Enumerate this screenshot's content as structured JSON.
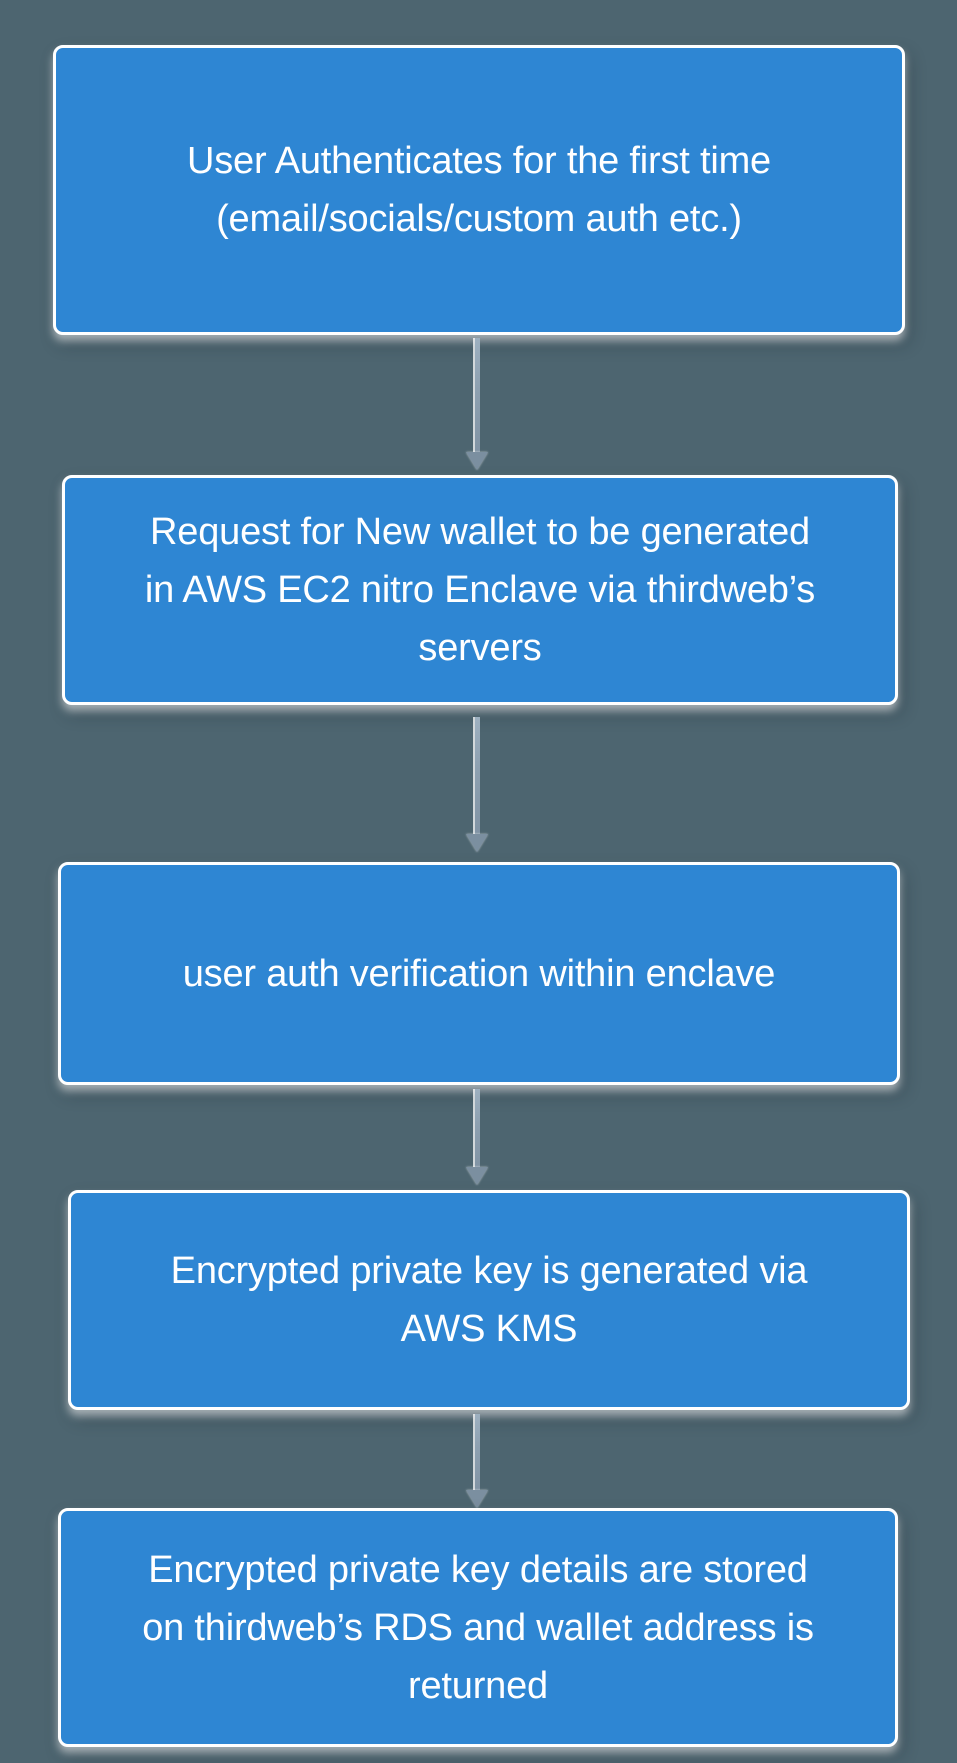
{
  "colors": {
    "background": "#4d6570",
    "node_fill": "#2e86d3",
    "node_border": "#ffffff",
    "node_text": "#ffffff",
    "arrow_line": "#8da0b0",
    "arrow_head": "#7b8fa0"
  },
  "diagram": {
    "type": "flowchart",
    "direction": "top-down",
    "nodes": [
      {
        "id": "authenticate",
        "lines": [
          "User Authenticates for the first time",
          "(email/socials/custom auth etc.)"
        ]
      },
      {
        "id": "request-wallet",
        "lines": [
          "Request for New wallet to be generated",
          "in AWS EC2 nitro Enclave via thirdweb’s",
          "servers"
        ]
      },
      {
        "id": "verify-auth",
        "lines": [
          "user auth verification within enclave"
        ]
      },
      {
        "id": "generate-key",
        "lines": [
          "Encrypted private key is generated via",
          "AWS KMS"
        ]
      },
      {
        "id": "store-key",
        "lines": [
          "Encrypted private key details are stored",
          "on thirdweb’s RDS and wallet address is",
          "returned"
        ]
      }
    ],
    "edges": [
      {
        "from": "authenticate",
        "to": "request-wallet"
      },
      {
        "from": "request-wallet",
        "to": "verify-auth"
      },
      {
        "from": "verify-auth",
        "to": "generate-key"
      },
      {
        "from": "generate-key",
        "to": "store-key"
      }
    ]
  }
}
